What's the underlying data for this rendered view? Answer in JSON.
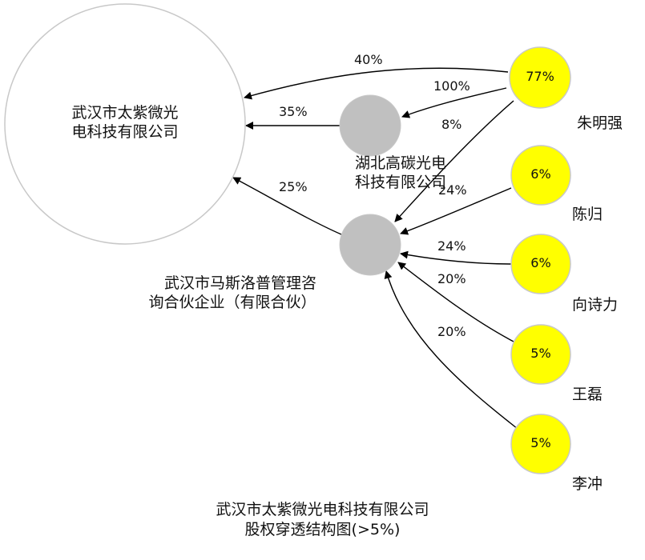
{
  "title_lines": [
    "武汉市太紫微光电科技有限公司",
    "股权穿透结构图(>5%)"
  ],
  "nodes": {
    "target": {
      "label_lines": [
        "武汉市太紫微光",
        "电科技有限公司"
      ]
    },
    "hubei": {
      "label_lines": [
        "湖北高碳光电",
        "科技有限公司"
      ]
    },
    "masi": {
      "label_lines": [
        "武汉市马斯洛普管理咨",
        "询合伙企业（有限合伙）"
      ]
    },
    "zhu": {
      "label": "朱明强",
      "pct": "77%"
    },
    "chen": {
      "label": "陈归",
      "pct": "6%"
    },
    "xiang": {
      "label": "向诗力",
      "pct": "6%"
    },
    "wang": {
      "label": "王磊",
      "pct": "5%"
    },
    "li": {
      "label": "李冲",
      "pct": "5%"
    }
  },
  "edges": [
    {
      "from": "zhu",
      "to": "target",
      "label": "40%"
    },
    {
      "from": "zhu",
      "to": "hubei",
      "label": "100%"
    },
    {
      "from": "zhu",
      "to": "masi",
      "label": "8%"
    },
    {
      "from": "hubei",
      "to": "target",
      "label": "35%"
    },
    {
      "from": "masi",
      "to": "target",
      "label": "25%"
    },
    {
      "from": "chen",
      "to": "masi",
      "label": "24%"
    },
    {
      "from": "xiang",
      "to": "masi",
      "label": "24%"
    },
    {
      "from": "wang",
      "to": "masi",
      "label": "20%"
    },
    {
      "from": "li",
      "to": "masi",
      "label": "20%"
    }
  ],
  "colors": {
    "person_fill": "#ffff00",
    "company_fill": "#c0c0c0",
    "target_fill": "#ffffff",
    "node_stroke": "#c8c8c8",
    "edge": "#000000"
  }
}
